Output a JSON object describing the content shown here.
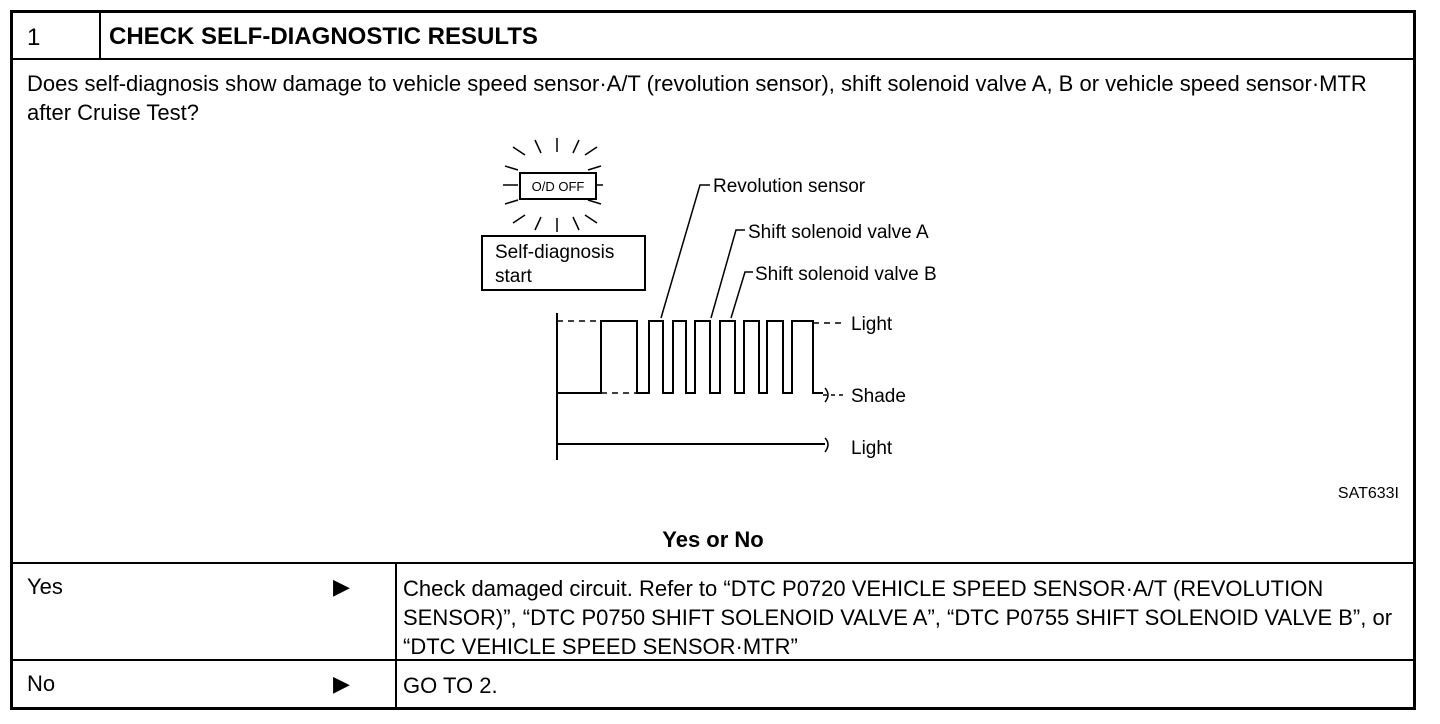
{
  "step": {
    "number": "1",
    "title": "CHECK SELF-DIAGNOSTIC RESULTS"
  },
  "question": "Does self-diagnosis show damage to vehicle speed sensor·A/T (revolution sensor), shift solenoid valve A, B or vehicle speed sensor·MTR after Cruise Test?",
  "figure": {
    "lamp_label": "O/D OFF",
    "start_box": [
      "Self-diagnosis",
      "start"
    ],
    "callouts": [
      "Revolution sensor",
      "Shift solenoid valve A",
      "Shift solenoid valve B"
    ],
    "levels": {
      "light_top": "Light",
      "shade": "Shade",
      "light_bottom": "Light"
    },
    "code": "SAT633I"
  },
  "yes_or_no": "Yes or No",
  "rows": [
    {
      "answer": "Yes",
      "arrow": "▶",
      "action": "Check damaged circuit. Refer to “DTC P0720 VEHICLE SPEED SENSOR·A/T (REVOLUTION SENSOR)”, “DTC P0750 SHIFT SOLENOID VALVE A”, “DTC P0755 SHIFT SOLENOID VALVE B”, or “DTC VEHICLE SPEED SENSOR·MTR”"
    },
    {
      "answer": "No",
      "arrow": "▶",
      "action": "GO TO 2."
    }
  ]
}
